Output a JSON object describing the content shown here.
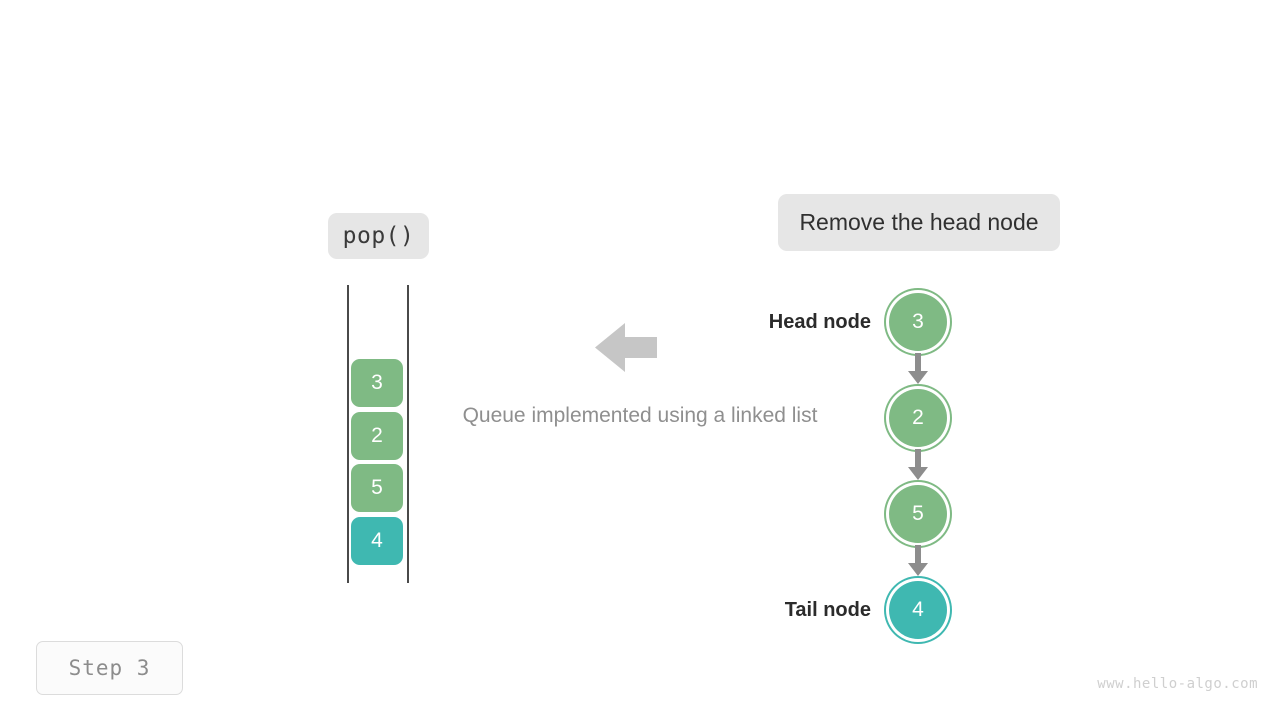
{
  "figure": {
    "operation_label": "pop()",
    "description_label": "Remove the head node",
    "caption": "Queue implemented using a linked list",
    "step_label": "Step 3",
    "watermark": "www.hello-algo.com"
  },
  "colors": {
    "green": "#7fba84",
    "teal": "#3fb8b1",
    "badge_bg": "#e6e6e6",
    "link_gray": "#8d8d8d",
    "caption_gray": "#8f8f8f",
    "arrow_gray": "#c6c6c6"
  },
  "queue_panel": {
    "cells": [
      {
        "value": "3",
        "color": "green"
      },
      {
        "value": "2",
        "color": "green"
      },
      {
        "value": "5",
        "color": "green"
      },
      {
        "value": "4",
        "color": "teal"
      }
    ]
  },
  "linked_list": {
    "head_label": "Head node",
    "tail_label": "Tail node",
    "nodes": [
      {
        "value": "3",
        "color": "green"
      },
      {
        "value": "2",
        "color": "green"
      },
      {
        "value": "5",
        "color": "green"
      },
      {
        "value": "4",
        "color": "teal"
      }
    ]
  },
  "icons": {
    "flow_arrow": "arrow-left-icon"
  }
}
